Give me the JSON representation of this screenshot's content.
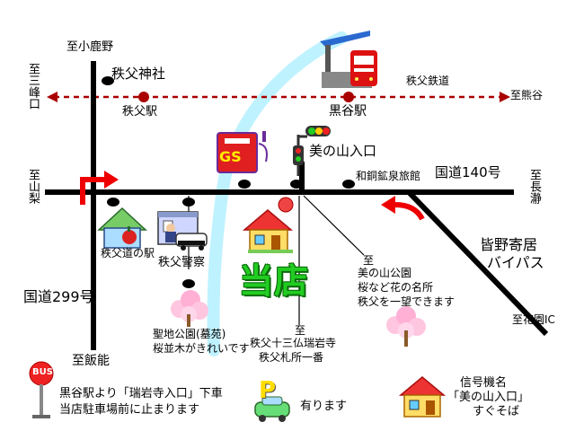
{
  "labels": {
    "to_kojika": "至小鹿野",
    "chichibu_shrine": "秩父神社",
    "to_minamine": "至三峰口",
    "chichibu_station": "秩父駅",
    "chichibu_railway": "秩父鉄道",
    "to_kumagaya": "至熊谷",
    "kuroya_station": "黒谷駅",
    "gs": "GS",
    "minoyama_entrance": "美の山入口",
    "wado_onsen": "和銅鉱泉旅館",
    "to_yamanashi": "至山梨",
    "route140": "国道140号",
    "to_nagatoro": "至長瀞",
    "michinoeki": "秩父道の駅",
    "police": "秩父警察",
    "shop": "当店",
    "bypass_line1": "皆野寄居",
    "bypass_line2": "バイパス",
    "route299": "国道299号",
    "park_to": "至",
    "park_line1": "美の山公園",
    "park_line2": "桜など花の名所",
    "park_line3": "秩父を一望できます",
    "to_hanazono": "至花園IC",
    "cemetery_line1": "聖地公園(墓苑)",
    "cemetery_line2": "桜並木がきれいです",
    "temple_to": "至",
    "temple_line1": "秩父十三仏瑞岩寺",
    "temple_line2": "秩父札所一番",
    "to_hanno": "至飯能",
    "bus_sign": "BUS",
    "bus_line1": "黒谷駅より「瑞岩寺入口」下車",
    "bus_line2": "当店駐車場前に止まります",
    "parking_sign": "P",
    "parking_text": "有ります",
    "signal_line1": "信号機名",
    "signal_line2": "「美の山入口」",
    "signal_line3": "すぐそば"
  },
  "colors": {
    "road": "#000000",
    "railway": "#aa0000",
    "river": "#bff2ff",
    "shop": "#22cc22",
    "arrow": "#ee0000"
  },
  "icons": [
    "bus-stop-icon",
    "parking-icon",
    "house-icon",
    "train-icon",
    "gas-station-icon",
    "traffic-signal-icon",
    "cherry-tree-icon",
    "police-station-icon",
    "roadside-station-icon"
  ]
}
